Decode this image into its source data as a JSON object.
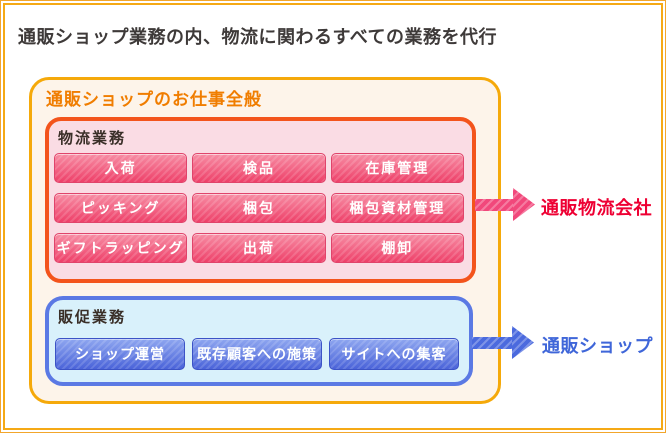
{
  "title": "通販ショップ業務の内、物流に関わるすべての業務を代行",
  "diagram": {
    "container_label": "通販ショップのお仕事全般",
    "logistics_group": {
      "label": "物流業務",
      "tasks": [
        "入荷",
        "検品",
        "在庫管理",
        "ピッキング",
        "梱包",
        "梱包資材管理",
        "ギフトラッピング",
        "出荷",
        "棚卸"
      ],
      "arrow_label": "通販物流会社"
    },
    "promotion_group": {
      "label": "販促業務",
      "tasks": [
        "ショップ運営",
        "既存顧客への施策",
        "サイトへの集客"
      ],
      "arrow_label": "通販ショップ"
    },
    "colors": {
      "frame_orange": "#f2a62c",
      "container_border": "#f5a90a",
      "container_bg": "#fdf4ea",
      "container_label_text": "#f07d00",
      "logistics_border": "#f3541c",
      "logistics_bg": "#fadce4",
      "task_pink": "#ee4069",
      "promotion_border": "#5b79e4",
      "promotion_bg": "#d9f1fb",
      "task_blue": "#4a63d9",
      "arrow_pink": "#f1487b",
      "arrow_blue": "#4b6ade",
      "target_red_text": "#ee0033",
      "target_blue_text": "#3f66d9",
      "title_text": "#3e3a39"
    }
  }
}
